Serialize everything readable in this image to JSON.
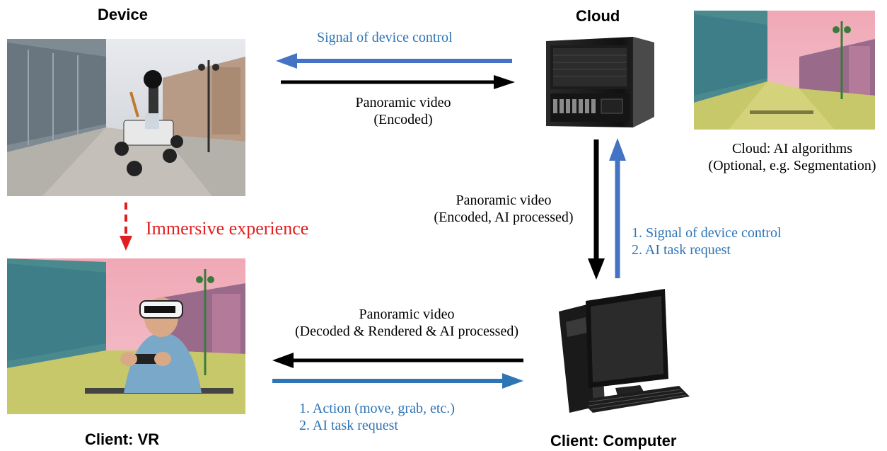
{
  "titles": {
    "device": "Device",
    "cloud": "Cloud",
    "client_vr": "Client: VR",
    "client_computer": "Client: Computer"
  },
  "labels": {
    "signal_device_control": "Signal of device control",
    "panoramic_video_1": "Panoramic video",
    "encoded": "(Encoded)",
    "cloud_ai_1": "Cloud: AI algorithms",
    "cloud_ai_2": "(Optional, e.g. Segmentation)",
    "immersive_experience": "Immersive experience",
    "panoramic_video_2": "Panoramic video",
    "encoded_ai_processed": "(Encoded, AI processed)",
    "cloud_to_client_1": "1. Signal of device control",
    "cloud_to_client_2": "2. AI task request",
    "panoramic_video_3": "Panoramic video",
    "decoded_rendered": "(Decoded & Rendered & AI processed)",
    "vr_action_1": "1. Action (move, grab, etc.)",
    "vr_action_2": "2. AI task request"
  },
  "colors": {
    "blue_arrow": "#4472c4",
    "blue_text": "#2e74b5",
    "black_arrow": "#000000",
    "red_dashed": "#e02020"
  }
}
